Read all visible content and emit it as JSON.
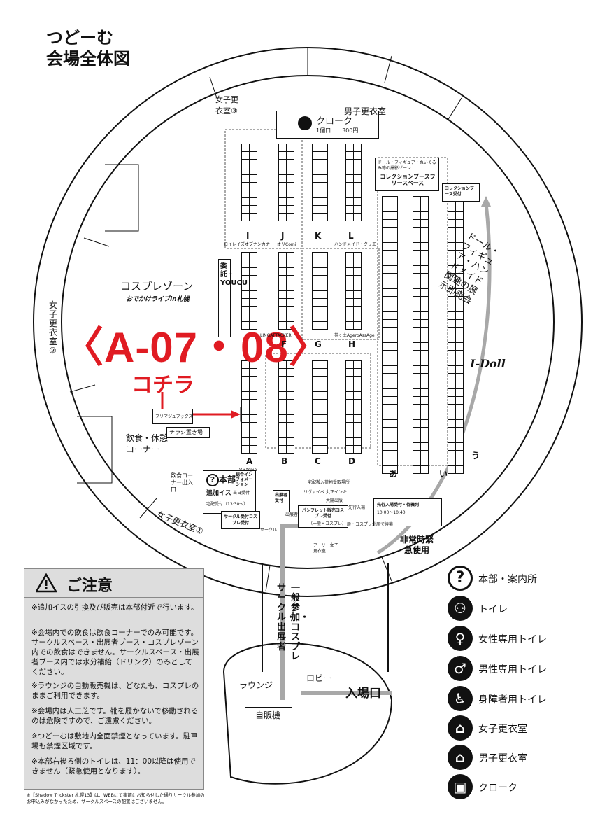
{
  "title": {
    "line1": "つどーむ",
    "line2": "会場全体図"
  },
  "areas": {
    "cloak": "クローク",
    "cloak_price": "1個口……300円",
    "men_dressing": "男子更衣室",
    "women_dressing_3": "女子更衣室③",
    "women_dressing_2": "女子更衣室②",
    "women_dressing_1": "女子更衣室①",
    "cosplay_zone": "コスプレゾーン",
    "cosplay_zone_sub": "おでかけライブin札幌",
    "consign": "委託・YOUCU",
    "food_corner": "飲食・休憩コーナー",
    "food_exit": "飲食コーナー出入口",
    "chirashi": "チラシ置き場",
    "furimaji": "フリマジュブックス",
    "doll_zone": "ドール・フィギュア・ぬいぐるみ等の撮影ゾーン",
    "collection_free": "コレクションブースフリースペース",
    "collection_booth": "コレクションブース受付",
    "doll_handmade": "ドール・フィギュア・ハンドメイド関連の展示即売会",
    "idoll": "I-Doll",
    "honbu": "本部",
    "honbu_sub": "総合インフォメーション",
    "extra_chair": "追加イス",
    "extra_chair_sub": "当日受付",
    "delivery": "宅配受付（13:30～）",
    "circle_cosplay": "サークル受付コスプレ受付",
    "exhibitor_entry": "出展者受付",
    "pamphlet": "パンフレット販売コスプレ受付",
    "pamphlet_sub": "（一般・コスプレ）",
    "early_entry": "先行入場受付・待機列",
    "early_entry_time": "10:00～10:40",
    "emergency": "非常時緊急使用",
    "early_women": "アーリー女子更衣室",
    "lounge": "ラウンジ",
    "lobby": "ロビー",
    "vending": "自販機",
    "entrance": "入場口",
    "path_general": "一般参加・コスプレ",
    "path_circle": "サークル・出展者",
    "sakuru": "サークル",
    "shutten": "出展者",
    "rivaibe": "リヴァイベ",
    "maruzen": "丸正インキ",
    "taiyo": "大陽出版",
    "delivery_spot": "宅配搬入荷物受取場所",
    "ippan_cosplay": "一般・コスプレ外周で待機",
    "senko": "先行入場"
  },
  "highlight": {
    "booth": "A-07・08",
    "pointer": "コチラ"
  },
  "columns": [
    "A",
    "B",
    "C",
    "D",
    "F",
    "G",
    "H",
    "I",
    "J",
    "K",
    "L",
    "あ",
    "い",
    "う"
  ],
  "column_notes": {
    "A": "V・topia",
    "F": "LINGATTACKER",
    "H": "神ヶ土AgeroAssAge",
    "I": "ロイレイズオブナンカナ",
    "J": "オリComi",
    "L": "ハンドメイド・クリエ"
  },
  "legend": [
    {
      "icon": "question-icon",
      "label": "本部・案内所"
    },
    {
      "icon": "restroom-icon",
      "label": "トイレ"
    },
    {
      "icon": "women-restroom-icon",
      "label": "女性専用トイレ"
    },
    {
      "icon": "men-restroom-icon",
      "label": "男性専用トイレ"
    },
    {
      "icon": "accessible-restroom-icon",
      "label": "身障者用トイレ"
    },
    {
      "icon": "hanger-icon",
      "label": "女子更衣室"
    },
    {
      "icon": "hanger-icon",
      "label": "男子更衣室"
    },
    {
      "icon": "briefcase-icon",
      "label": "クローク"
    }
  ],
  "notice": {
    "title": "ご注意",
    "items": [
      "※追加イスの引換及び販売は本部付近で行います。",
      "※会場内での飲食は飲食コーナーでのみ可能です。サークルスペース・出展者ブース・コスプレゾーン内での飲食はできません。サークルスペース・出展者ブース内では水分補給（ドリンク）のみとしてください。",
      "※ラウンジの自動販売機は、どなたも、コスプレのままご利用できます。",
      "※会場内は人工芝です。靴を履かないで移動されるのは危険ですので、ご遠慮ください。",
      "※つどーむは敷地内全面禁煙となっています。駐車場も禁煙区域です。",
      "※本部右後ろ側のトイレは、11：00以降は使用できません（緊急使用となります）。"
    ]
  },
  "footnote": "※【Shadow Trickster 札幌13】は、WEBにて事前にお知らせした通りサークル参加のお申込みがなかったため、サークルスペースの配置はございません。",
  "colors": {
    "accent": "#e01b22",
    "path": "#a8a8a8"
  }
}
